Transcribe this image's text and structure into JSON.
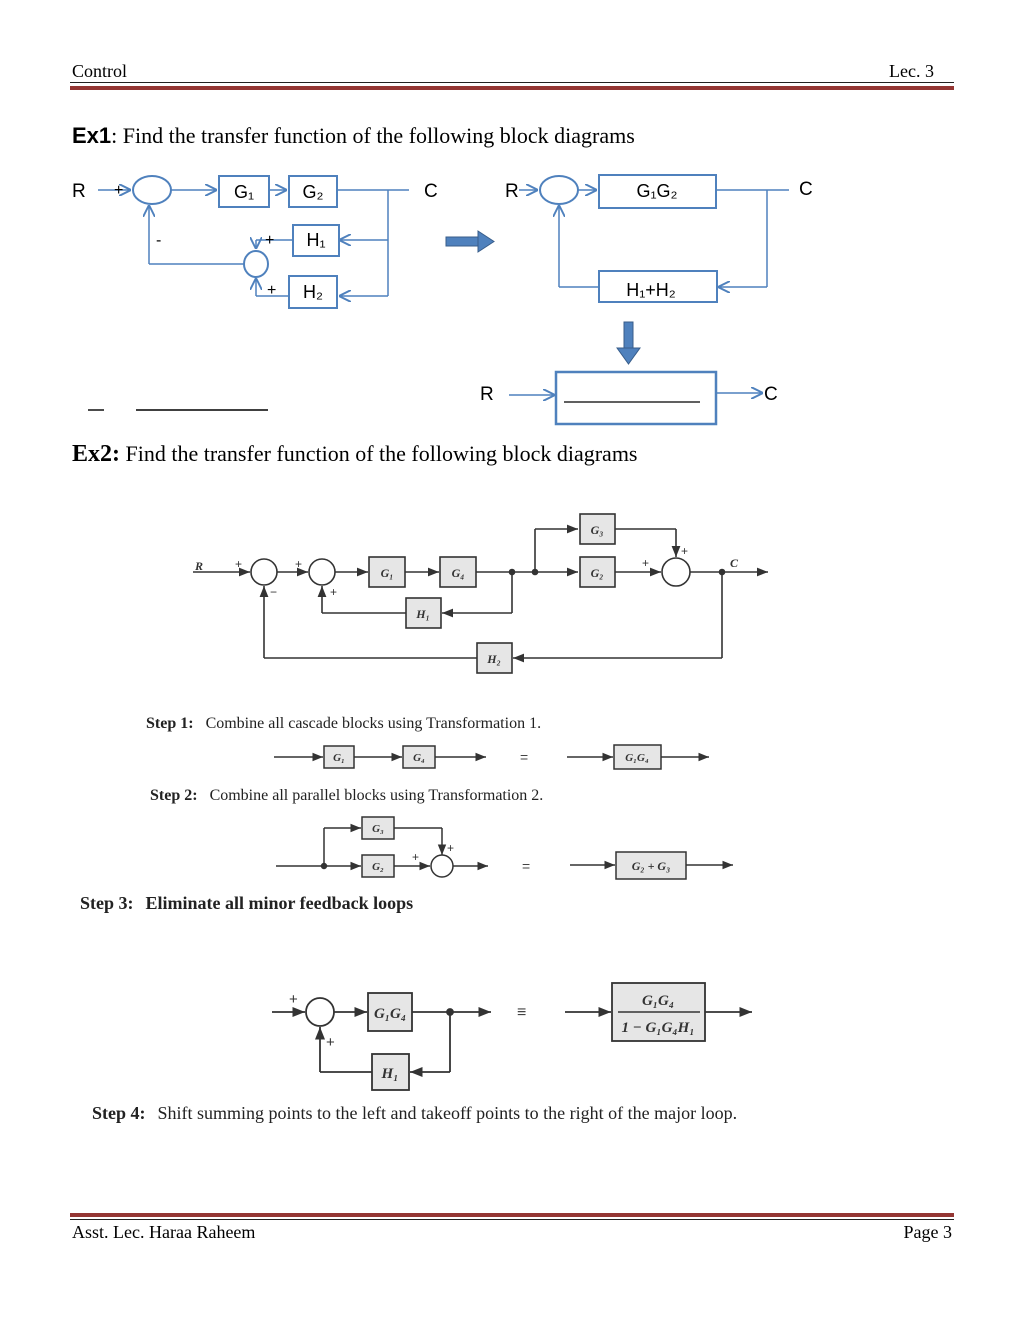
{
  "header": {
    "left": "Control",
    "right": "Lec. 3"
  },
  "footer": {
    "left": "Asst. Lec. Haraa Raheem",
    "right": "Page 3"
  },
  "ex1": {
    "label": "Ex1",
    "text": ": Find the transfer function of the following block diagrams",
    "diagram_a": {
      "input": "R",
      "output": "C",
      "sign_plus": "+",
      "sign_minus": "-",
      "inner_plus_top": "+",
      "inner_plus_bottom": "+",
      "g1": "G₁",
      "g2": "G₂",
      "h1": "H₁",
      "h2": "H₂"
    },
    "diagram_b": {
      "input": "R",
      "output": "C",
      "forward": "G₁G₂",
      "feedback": "H₁+H₂"
    },
    "diagram_c": {
      "input": "R",
      "output": "C"
    },
    "colors": {
      "block": "#4f81bd",
      "arrow": "#4f81bd",
      "line": "#4f81bd"
    }
  },
  "ex2": {
    "label": "Ex2:",
    "text": " Find the transfer function of the following block diagrams",
    "main_diagram": {
      "input": "R",
      "output": "C",
      "g1": "G₁",
      "g4": "G₄",
      "g3": "G₃",
      "g2": "G₂",
      "h1": "H₁",
      "h2": "H₂",
      "plus": "+",
      "minus": "−"
    },
    "steps": [
      {
        "label": "Step 1:",
        "text": "Combine all cascade blocks using Transformation 1."
      },
      {
        "label": "Step 2:",
        "text": "Combine all parallel blocks using Transformation 2."
      },
      {
        "label": "Step 3:",
        "text": "Eliminate all minor feedback loops"
      },
      {
        "label": "Step 4:",
        "text": "Shift summing points to the left and takeoff points to the right of the major loop."
      }
    ],
    "step1_diagram": {
      "a": "G₁",
      "b": "G₄",
      "equals": "=",
      "result": "G₁G₄"
    },
    "step2_diagram": {
      "top": "G₃",
      "bottom": "G₂",
      "plus": "+",
      "equals": "=",
      "result": "G₂ + G₃"
    },
    "step3_diagram": {
      "forward": "G₁G₄",
      "feedback": "H₁",
      "plus": "+",
      "equals": "≡",
      "result_num": "G₁G₄",
      "result_den": "1 − G₁G₄H₁"
    },
    "block_fill": "#e6e6e6"
  }
}
